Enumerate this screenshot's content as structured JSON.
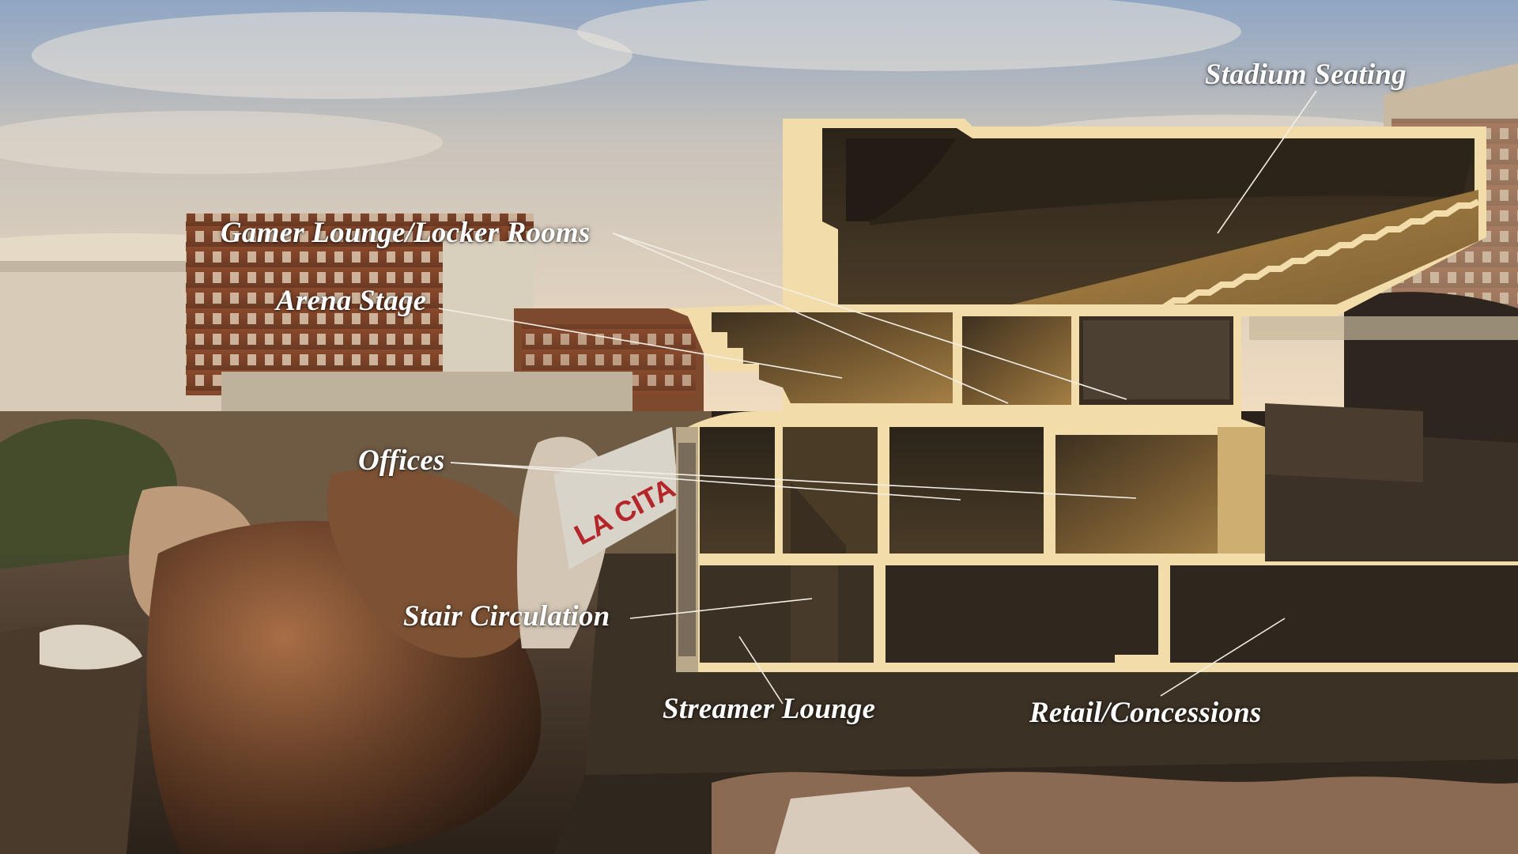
{
  "labels": {
    "stadium_seating": "Stadium Seating",
    "gamer_lounge": "Gamer Lounge/Locker Rooms",
    "arena_stage": "Arena Stage",
    "offices": "Offices",
    "stair_circulation": "Stair Circulation",
    "streamer_lounge": "Streamer Lounge",
    "retail_concessions": "Retail/Concessions",
    "storefront_sign": "LA CITA"
  },
  "colors": {
    "section_frame": "#f2dcaa",
    "interior_gold": "#8a6a36",
    "sky_top": "#8fa6c4",
    "sky_horizon": "#f1dcc0",
    "leader_line": "#f4efe6"
  }
}
